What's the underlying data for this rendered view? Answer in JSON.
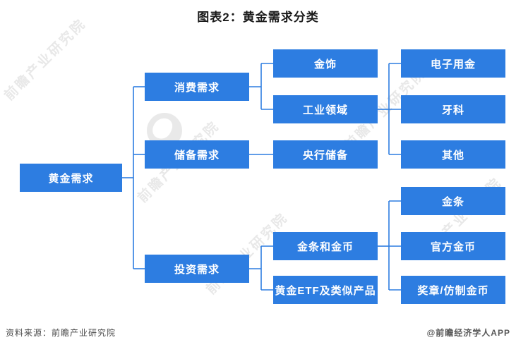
{
  "title": "图表2：黄金需求分类",
  "watermark": {
    "text": "前瞻产业研究院"
  },
  "footer": {
    "source": "资料来源：前瞻产业研究院",
    "credit": "@前瞻经济学人APP"
  },
  "colors": {
    "box_blue": "#2d7de1",
    "line_blue": "#2d7de1",
    "box_text": "#ffffff",
    "title_text": "#1a1a1a",
    "footer_text": "#4a4a4a",
    "watermark_gray": "#b5b5b5"
  },
  "tree": {
    "label": "黄金需求",
    "children": [
      {
        "label": "消费需求",
        "children": [
          {
            "label": "金饰"
          },
          {
            "label": "工业领域",
            "children": [
              {
                "label": "电子用金"
              },
              {
                "label": "牙科"
              },
              {
                "label": "其他"
              }
            ]
          }
        ]
      },
      {
        "label": "储备需求",
        "children": [
          {
            "label": "央行储备"
          }
        ]
      },
      {
        "label": "投资需求",
        "children": [
          {
            "label": "金条和金币",
            "children": [
              {
                "label": "金条"
              },
              {
                "label": "官方金币"
              },
              {
                "label": "奖章/仿制金币"
              }
            ]
          },
          {
            "label": "黄金ETF及类似产品"
          }
        ]
      }
    ]
  }
}
